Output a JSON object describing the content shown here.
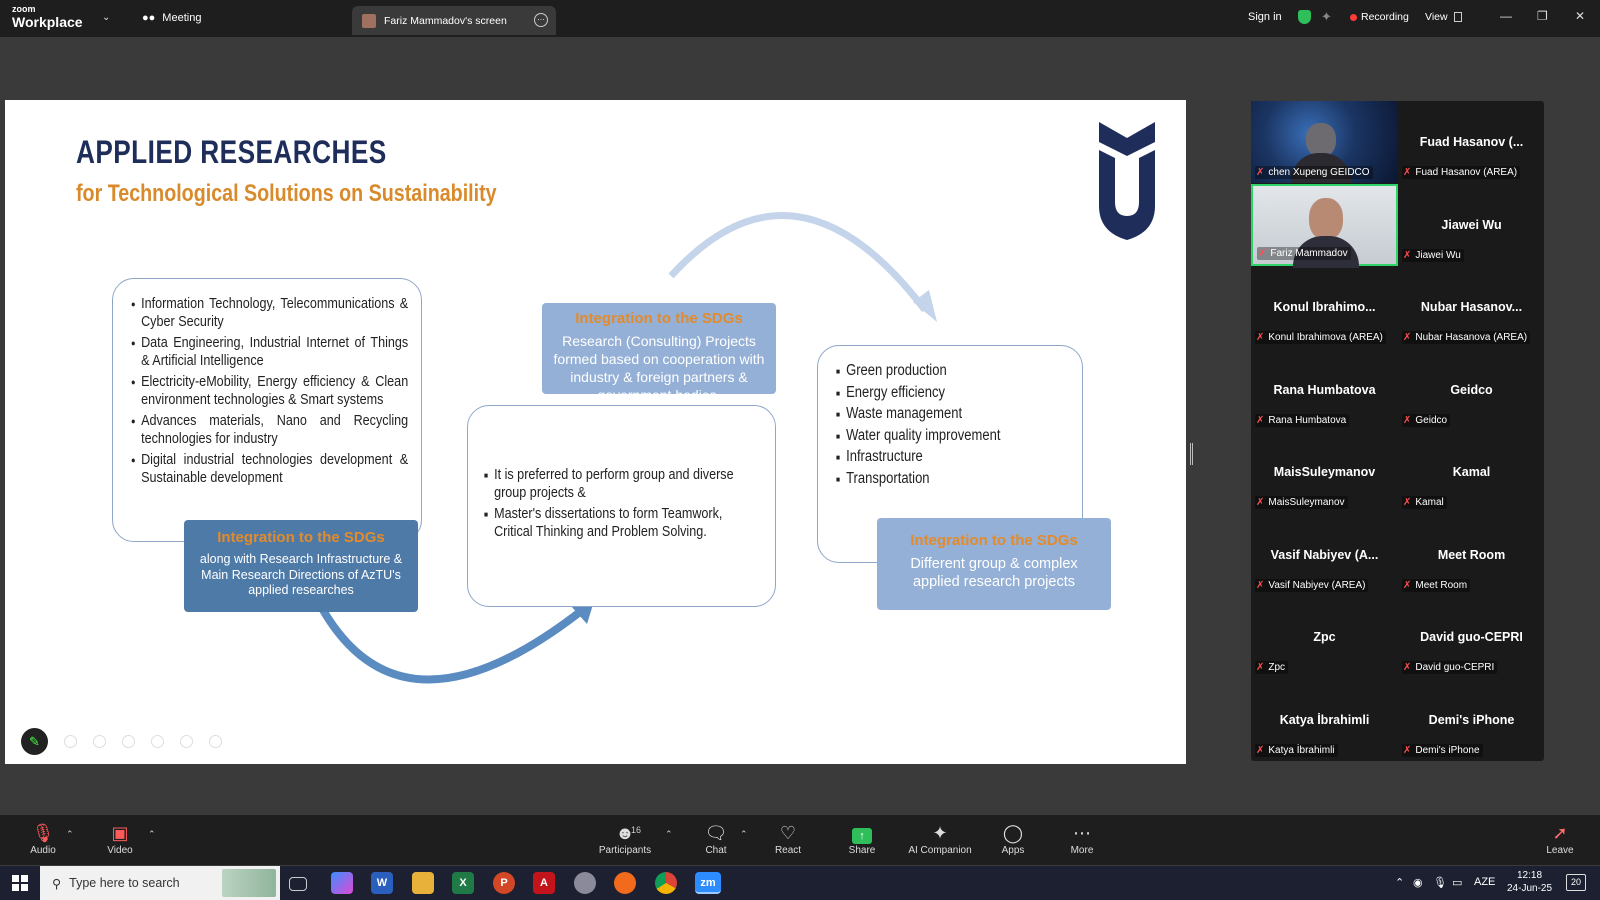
{
  "zoom": {
    "brand_top": "zoom",
    "brand_bottom": "Workplace",
    "meeting_label": "Meeting",
    "screen_tab": "Fariz Mammadov's screen",
    "sign_in": "Sign in",
    "recording": "Recording",
    "view": "View"
  },
  "slide": {
    "title": "APPLIED RESEARCHES",
    "subtitle": "for Technological Solutions on Sustainability",
    "left_items": [
      "Information Technology, Telecommunications & Cyber Security",
      "Data Engineering, Industrial Internet of Things & Artificial Intelligence",
      "Electricity-eMobility, Energy efficiency & Clean environment technologies & Smart systems",
      "Advances materials, Nano and Recycling technologies for industry",
      "Digital industrial technologies development & Sustainable development"
    ],
    "card1": {
      "title": "Integration to the SDGs",
      "body": "along with Research Infrastructure & Main Research Directions of AzTU's applied researches"
    },
    "middle_items": [
      "It is preferred to perform group and diverse group projects &",
      "Master's dissertations to form Teamwork, Critical Thinking and Problem Solving."
    ],
    "card2": {
      "title": "Integration to the SDGs",
      "body": "Research (Consulting) Projects formed based on cooperation with industry & foreign partners & government bodies."
    },
    "right_items": [
      "Green production",
      "Energy efficiency",
      "Waste management",
      "Water quality improvement",
      "Infrastructure",
      "Transportation"
    ],
    "card3": {
      "title": "Integration to the SDGs",
      "body": "Different group & complex applied research projects"
    }
  },
  "participants": [
    {
      "display": "",
      "label": "chen Xupeng GEIDCO",
      "video": "a"
    },
    {
      "display": "Fuad Hasanov (...",
      "label": "Fuad Hasanov (AREA)"
    },
    {
      "display": "",
      "label": "Fariz Mammadov",
      "video": "b"
    },
    {
      "display": "Jiawei Wu",
      "label": "Jiawei Wu"
    },
    {
      "display": "Konul Ibrahimo...",
      "label": "Konul Ibrahimova (AREA)"
    },
    {
      "display": "Nubar Hasanov...",
      "label": "Nubar Hasanova (AREA)"
    },
    {
      "display": "Rana Humbatova",
      "label": "Rana Humbatova"
    },
    {
      "display": "Geidco",
      "label": "Geidco"
    },
    {
      "display": "MaisSuleymanov",
      "label": "MaisSuleymanov"
    },
    {
      "display": "Kamal",
      "label": "Kamal"
    },
    {
      "display": "Vasif Nabiyev (A...",
      "label": "Vasif Nabiyev (AREA)"
    },
    {
      "display": "Meet Room",
      "label": "Meet Room"
    },
    {
      "display": "Zpc",
      "label": "Zpc"
    },
    {
      "display": "David guo-CEPRI",
      "label": "David guo-CEPRI"
    },
    {
      "display": "Katya İbrahimli",
      "label": "Katya İbrahimli"
    },
    {
      "display": "Demi's iPhone",
      "label": "Demi's iPhone"
    }
  ],
  "toolbar": {
    "audio": "Audio",
    "video": "Video",
    "participants": "Participants",
    "participant_count": "16",
    "chat": "Chat",
    "react": "React",
    "share": "Share",
    "ai_companion": "AI Companion",
    "apps": "Apps",
    "more": "More",
    "leave": "Leave"
  },
  "taskbar": {
    "search_placeholder": "Type here to search",
    "lang": "AZE",
    "time": "12:18",
    "date": "24-Jun-25",
    "notifications": "20"
  },
  "colors": {
    "title_navy": "#1f2d5a",
    "subtitle_orange": "#d98a2b",
    "card_dark": "#4e7aa8",
    "card_light": "#94b0d6",
    "accent_green": "#2fbf5a"
  }
}
